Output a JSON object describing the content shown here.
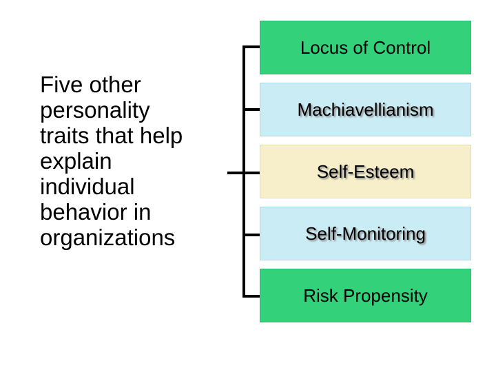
{
  "intro_text": "Five other\npersonality\ntraits that help\nexplain\nindividual\nbehavior in\norganizations",
  "traits": [
    {
      "label": "Locus of Control",
      "color": "#33d17a",
      "style": "plain"
    },
    {
      "label": "Machiavellianism",
      "color": "#c9ecf5",
      "style": "shadow"
    },
    {
      "label": "Self-Esteem",
      "color": "#f7efc9",
      "style": "shadow"
    },
    {
      "label": "Self-Monitoring",
      "color": "#c9ecf5",
      "style": "shadow"
    },
    {
      "label": "Risk Propensity",
      "color": "#33d17a",
      "style": "plain"
    }
  ],
  "colors": {
    "connector": "#000000"
  }
}
